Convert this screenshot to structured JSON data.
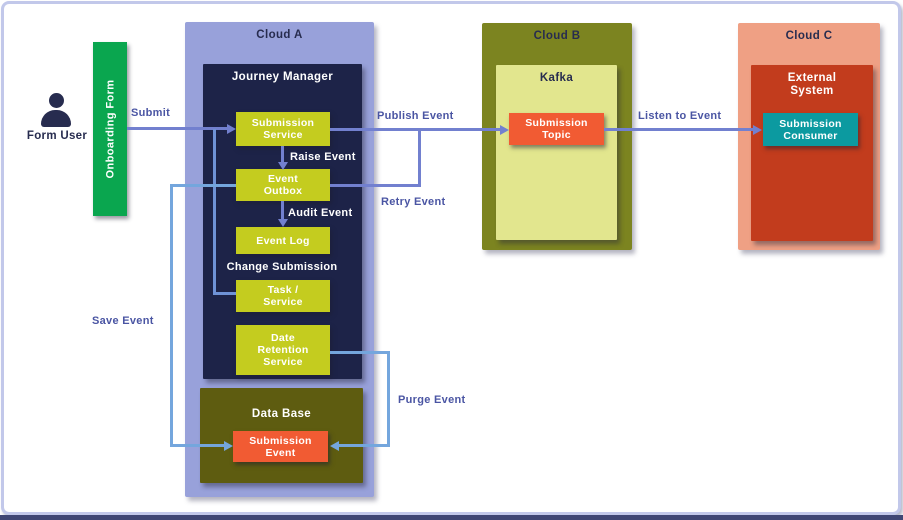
{
  "actors": {
    "form_user_label": "Form User",
    "onboarding_form_label": "Onboarding Form"
  },
  "cloud_a": {
    "title": "Cloud A",
    "journey_manager": {
      "title": "Journey Manager",
      "boxes": {
        "submission_service": {
          "lines": [
            "Submission",
            "Service"
          ]
        },
        "event_outbox": {
          "lines": [
            "Event",
            "Outbox"
          ]
        },
        "event_log": {
          "lines": [
            "Event Log"
          ]
        },
        "task_service": {
          "lines": [
            "Task /",
            "Service"
          ]
        },
        "date_retention_service": {
          "lines": [
            "Date",
            "Retention",
            "Service"
          ]
        }
      },
      "inner_labels": {
        "raise_event": "Raise Event",
        "audit_event": "Audit Event",
        "change_submission": "Change Submission"
      }
    },
    "database": {
      "title": "Data Base",
      "submission_event": {
        "lines": [
          "Submission",
          "Event"
        ]
      }
    }
  },
  "cloud_b": {
    "title": "Cloud B",
    "kafka": {
      "title": "Kafka",
      "submission_topic": {
        "lines": [
          "Submission",
          "Topic"
        ]
      }
    }
  },
  "cloud_c": {
    "title": "Cloud C",
    "external_system": {
      "title_lines": [
        "External",
        "System"
      ],
      "submission_consumer": {
        "lines": [
          "Submission",
          "Consumer"
        ]
      }
    }
  },
  "edge_labels": {
    "submit": "Submit",
    "publish_event": "Publish Event",
    "listen_to_event": "Listen to Event",
    "retry_event": "Retry Event",
    "save_event": "Save Event",
    "purge_event": "Purge Event"
  },
  "colors": {
    "cloud_a_fill": "#98a1da",
    "journey_manager_fill": "#1d2348",
    "service_box_fill": "#c4cc1f",
    "onboarding_form_fill": "#0aa64f",
    "database_fill": "#5e5c10",
    "cloud_b_fill": "#7c8420",
    "kafka_fill": "#e2e68e",
    "orange_box_fill": "#f15b33",
    "cloud_c_fill": "#efa084",
    "external_system_fill": "#c23c1d",
    "consumer_fill": "#0c9aa0",
    "primary_edge": "#7280cf",
    "secondary_edge": "#74a6dd",
    "edge_label_text": "#4a55a3",
    "dark_title_text": "#272c4f"
  }
}
